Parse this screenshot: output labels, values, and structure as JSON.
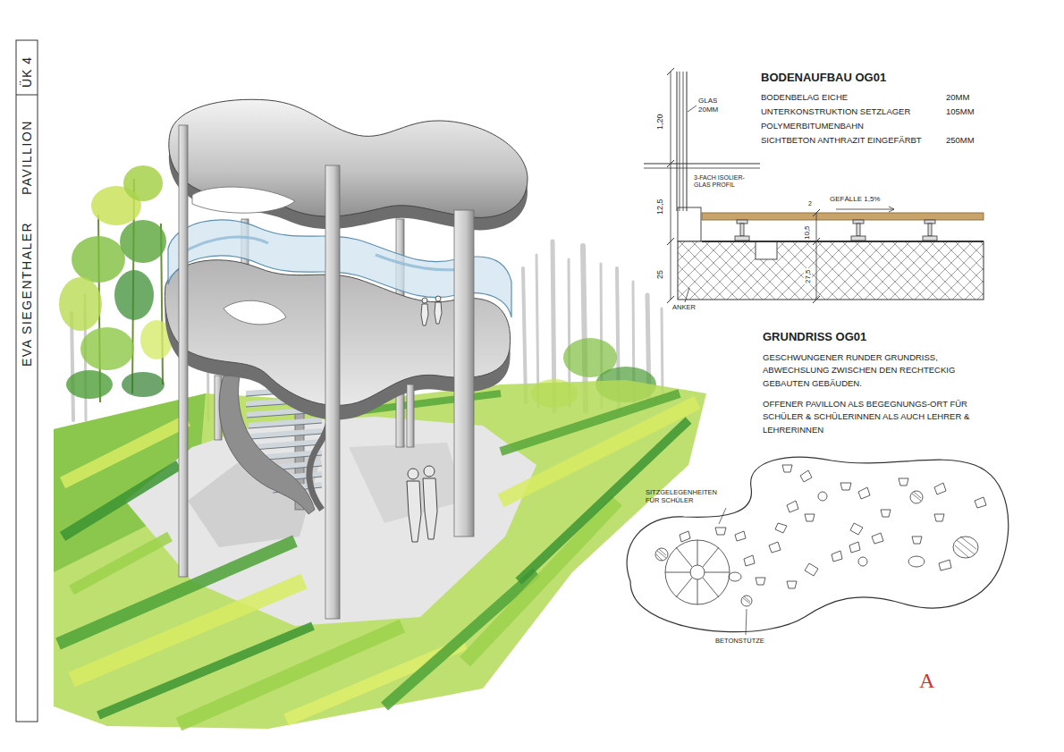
{
  "diagram": {
    "labels": [
      "ÜK 4",
      "PAVILLION",
      "EVA SIEGENTHALER",
      "BODENAUFBAU OG01",
      "BODENBELAG EICHE",
      "20MM",
      "UNTERKONSTRUKTION SETZLAGER",
      "105MM",
      "POLYMERBITUMENBAHN",
      "SICHTBETON ANTHRAZIT EINGEFÄRBT",
      "250MM",
      "1,20",
      "GLAS 20MM",
      "3-FACH ISOLIER-GLAS PROFIL",
      "GEFÄLLE 1,5%",
      "12,5",
      "10,5",
      "2",
      "25",
      "27,5",
      "ANKER",
      "GRUNDRISS OG01",
      "GESCHWUNGENER RUNDER GRUNDRISS, ABWECHSLUNG ZWISCHEN DEN RECHTECKIG GEBAUTEN GEBÄUDEN.",
      "OFFENER PAVILLON ALS BEGEGNUNGS-ORT FÜR SCHÜLER & SCHÜLERINNEN ALS AUCH LEHRER & LEHRERINNEN",
      "SITZGELEGENHEITEN FÜR SCHÜLER",
      "BETONSTÜTZE",
      "A"
    ]
  }
}
